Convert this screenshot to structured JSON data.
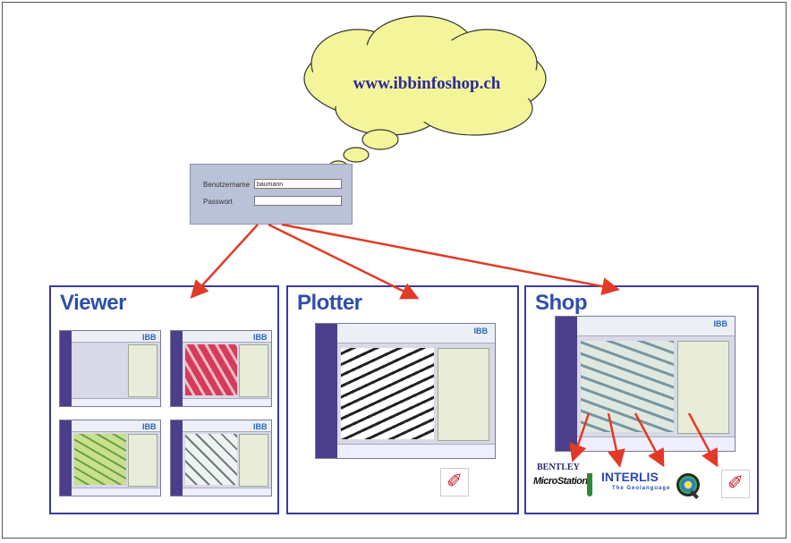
{
  "cloud": {
    "url": "www.ibbinfoshop.ch"
  },
  "login": {
    "username_label": "Benutzername",
    "username_value": "baumann",
    "password_label": "Passwort",
    "password_value": ""
  },
  "panels": {
    "viewer": {
      "title": "Viewer"
    },
    "plotter": {
      "title": "Plotter"
    },
    "shop": {
      "title": "Shop"
    }
  },
  "logos": {
    "bentley": "BENTLEY",
    "microstation": "MicroStation",
    "interlis": "INTERLIS",
    "interlis_sub": "The Geolanguage",
    "ibb": "IBB"
  },
  "icons": {
    "pdf": "pdf-icon",
    "magnifier": "magnifier-icon",
    "cloud": "cloud-shape"
  },
  "colors": {
    "panel_border": "#3a3aa0",
    "title": "#2f50a8",
    "arrow": "#e23a26",
    "cloud_fill": "#f4f59a",
    "cloud_text": "#2a2a9a",
    "login_bg": "#b9c2d6"
  }
}
